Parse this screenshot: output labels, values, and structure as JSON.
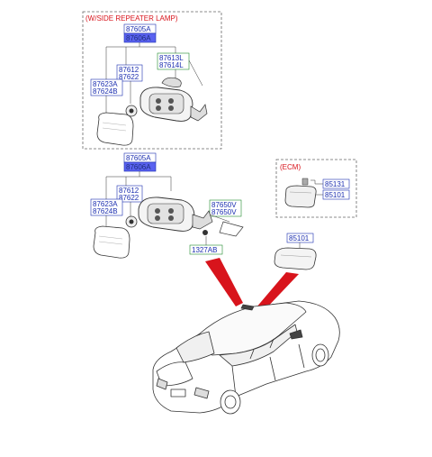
{
  "groups": {
    "repeater_title": "(W/SIDE REPEATER LAMP)",
    "ecm_title": "(ECM)"
  },
  "parts": {
    "top": {
      "assy_l": "87605A",
      "assy_r": "87606A",
      "p87612": "87612",
      "p87622": "87622",
      "p87613l": "87613L",
      "p87614l": "87614L",
      "p87623a": "87623A",
      "p87624b": "87624B"
    },
    "middle": {
      "assy_l": "87605A",
      "assy_r": "87606A",
      "p87612": "87612",
      "p87622": "87622",
      "p87623a": "87623A",
      "p87624b": "87624B",
      "p87650v": "87650V",
      "p87660v": "87650V",
      "p1327ab": "1327AB"
    },
    "ecm": {
      "p85131": "85131",
      "p85101": "85101",
      "p85101b": "85101"
    }
  },
  "colors": {
    "red": "#d8141c",
    "blue_label": "#1c2fb0",
    "highlight": "#5a62f0",
    "green_label": "#1e8a2c",
    "dashed_box": "#666666",
    "line": "#333333"
  }
}
